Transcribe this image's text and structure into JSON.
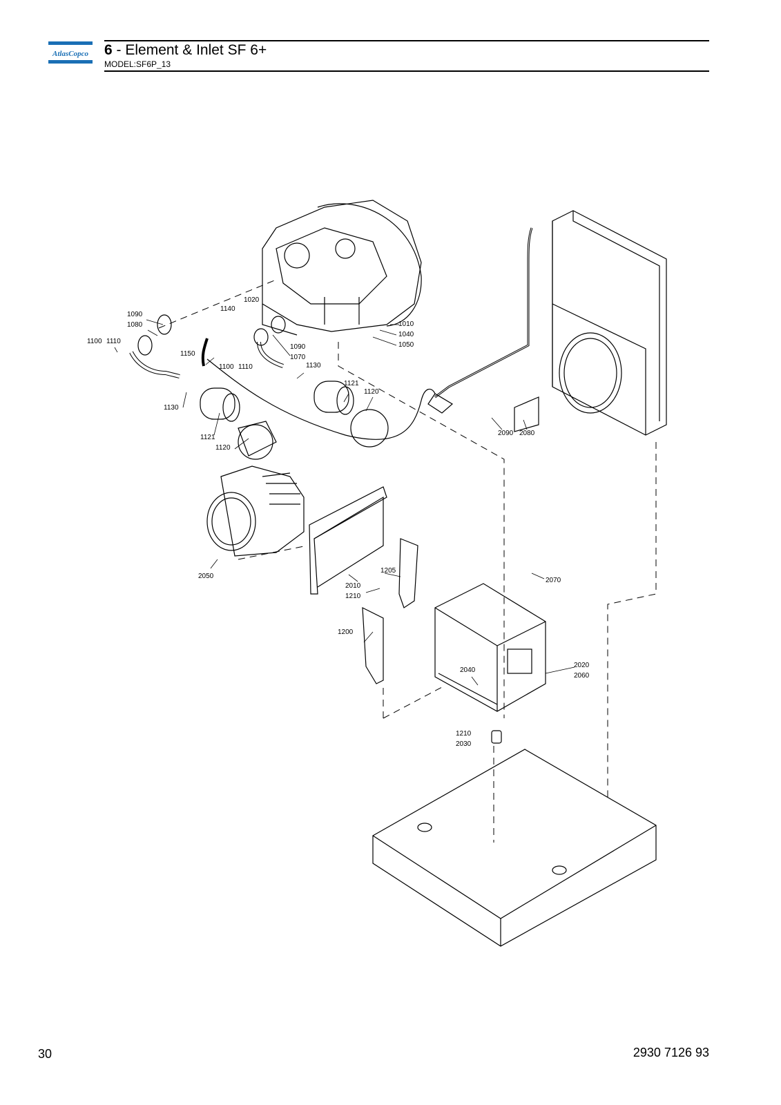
{
  "header": {
    "logo_text": "AtlasCopco",
    "chapter_number": "6",
    "chapter_title": " - Element & Inlet SF 6+",
    "model": "MODEL:SF6P_13"
  },
  "callouts": {
    "c1010": "1010",
    "c1020": "1020",
    "c1040": "1040",
    "c1050": "1050",
    "c1070": "1070",
    "c1080": "1080",
    "c1090a": "1090",
    "c1090b": "1090",
    "c1100a": "1100",
    "c1100b": "1100",
    "c1110a": "1110",
    "c1110b": "1110",
    "c1120a": "1120",
    "c1120b": "1120",
    "c1121a": "1121",
    "c1121b": "1121",
    "c1130a": "1130",
    "c1130b": "1130",
    "c1140": "1140",
    "c1150": "1150",
    "c1200": "1200",
    "c1205": "1205",
    "c1210a": "1210",
    "c1210b": "1210",
    "c2010": "2010",
    "c2020": "2020",
    "c2030": "2030",
    "c2040": "2040",
    "c2050": "2050",
    "c2060": "2060",
    "c2070": "2070",
    "c2080": "2080",
    "c2090": "2090"
  },
  "footer": {
    "page_number": "30",
    "document_number": "2930 7126 93"
  },
  "colors": {
    "logo_blue": "#1a6fb5",
    "ink": "#000000"
  }
}
